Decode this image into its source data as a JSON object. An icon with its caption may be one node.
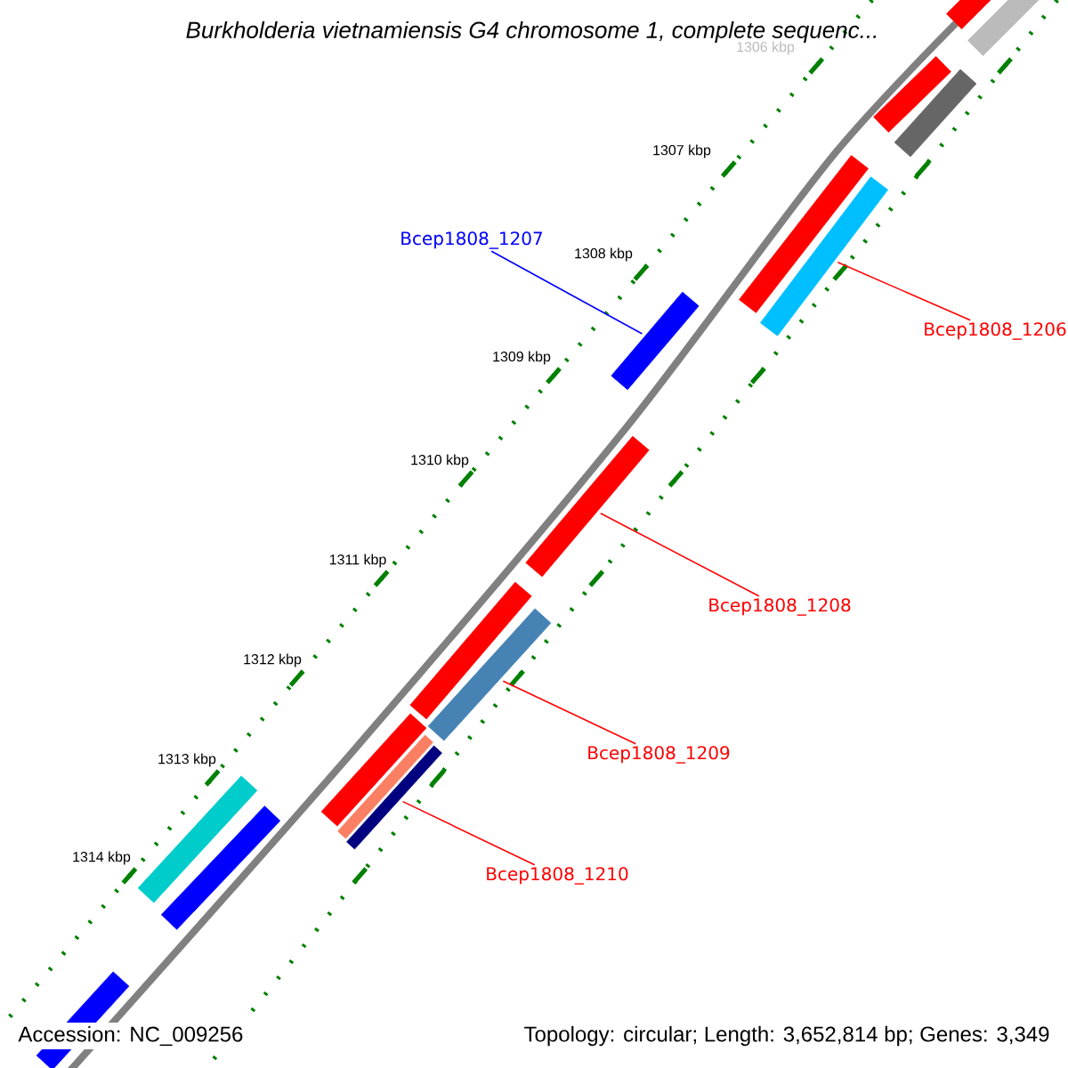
{
  "diagram": {
    "title": "Burkholderia vietnamiensis G4 chromosome 1, complete sequenc...",
    "nodes": [
      {
        "text": [
          "Bcep1808_1207"
        ]
      },
      {
        "text": [],
        "shape": "bar"
      },
      {
        "text": [
          "Bcep1808_1206"
        ]
      },
      {
        "text": [],
        "shape": "bar"
      },
      {
        "text": [
          "Bcep1808_1208"
        ]
      },
      {
        "text": [],
        "shape": "bar"
      },
      {
        "text": [
          "Bcep1808_1209"
        ]
      },
      {
        "text": [],
        "shape": "bar"
      },
      {
        "text": [
          "Bcep1808_1210"
        ]
      },
      {
        "text": [],
        "shape": "bar"
      }
    ],
    "edges": [
      {
        "from": 0,
        "to": 1,
        "arrow": "none",
        "color": "#0000ff"
      },
      {
        "from": 2,
        "to": 3,
        "arrow": "none"
      },
      {
        "from": 4,
        "to": 5,
        "arrow": "none"
      },
      {
        "from": 6,
        "to": 7,
        "arrow": "none"
      },
      {
        "from": 8,
        "to": 9,
        "arrow": "none"
      }
    ],
    "labels": [
      "1306 kbp",
      "1307 kbp",
      "1308 kbp",
      "1309 kbp",
      "1310 kbp",
      "1311 kbp",
      "1312 kbp",
      "1313 kbp",
      "1314 kbp",
      "Accession: NC_009256",
      "Topology: circular; Length: 3,652,814 bp; Genes: 3,349"
    ]
  }
}
